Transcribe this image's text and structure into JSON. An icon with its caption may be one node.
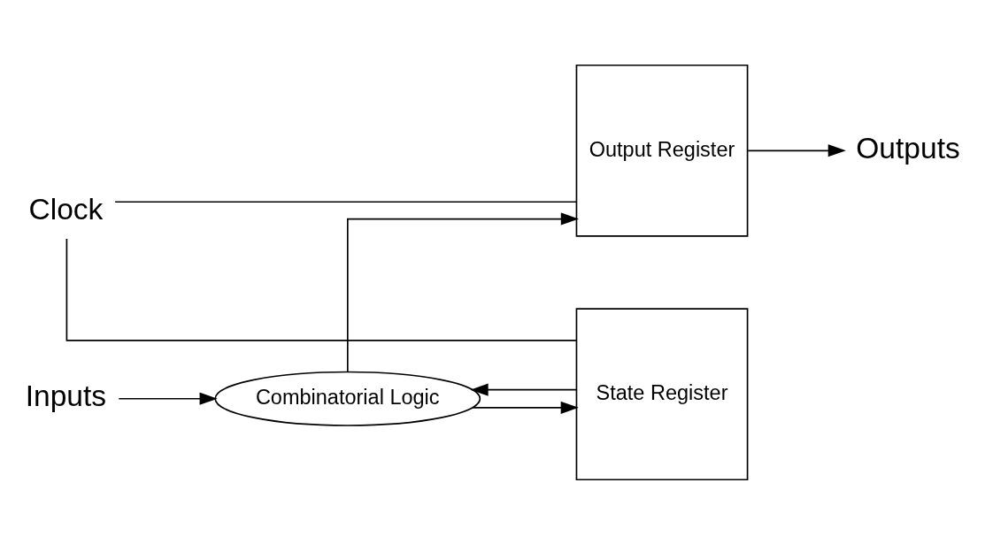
{
  "diagram": {
    "nodes": [
      {
        "text": [
          "Inputs"
        ]
      },
      {
        "text": [
          "Combinatorial Logic"
        ]
      },
      {
        "text": [
          "State Register"
        ]
      },
      {
        "text": [
          "Output Register"
        ]
      },
      {
        "text": [
          "Clock"
        ]
      },
      {
        "text": [
          "Outputs"
        ]
      }
    ],
    "edges": [
      {
        "from": 0,
        "to": 1,
        "arrow": "to"
      },
      {
        "from": 1,
        "to": 2,
        "arrow": "to"
      },
      {
        "from": 2,
        "to": 1,
        "arrow": "to"
      },
      {
        "from": 1,
        "to": 3,
        "arrow": "to"
      },
      {
        "from": 4,
        "to": 2,
        "arrow": "none"
      },
      {
        "from": 4,
        "to": 3,
        "arrow": "none"
      },
      {
        "from": 3,
        "to": 5,
        "arrow": "to"
      }
    ]
  }
}
